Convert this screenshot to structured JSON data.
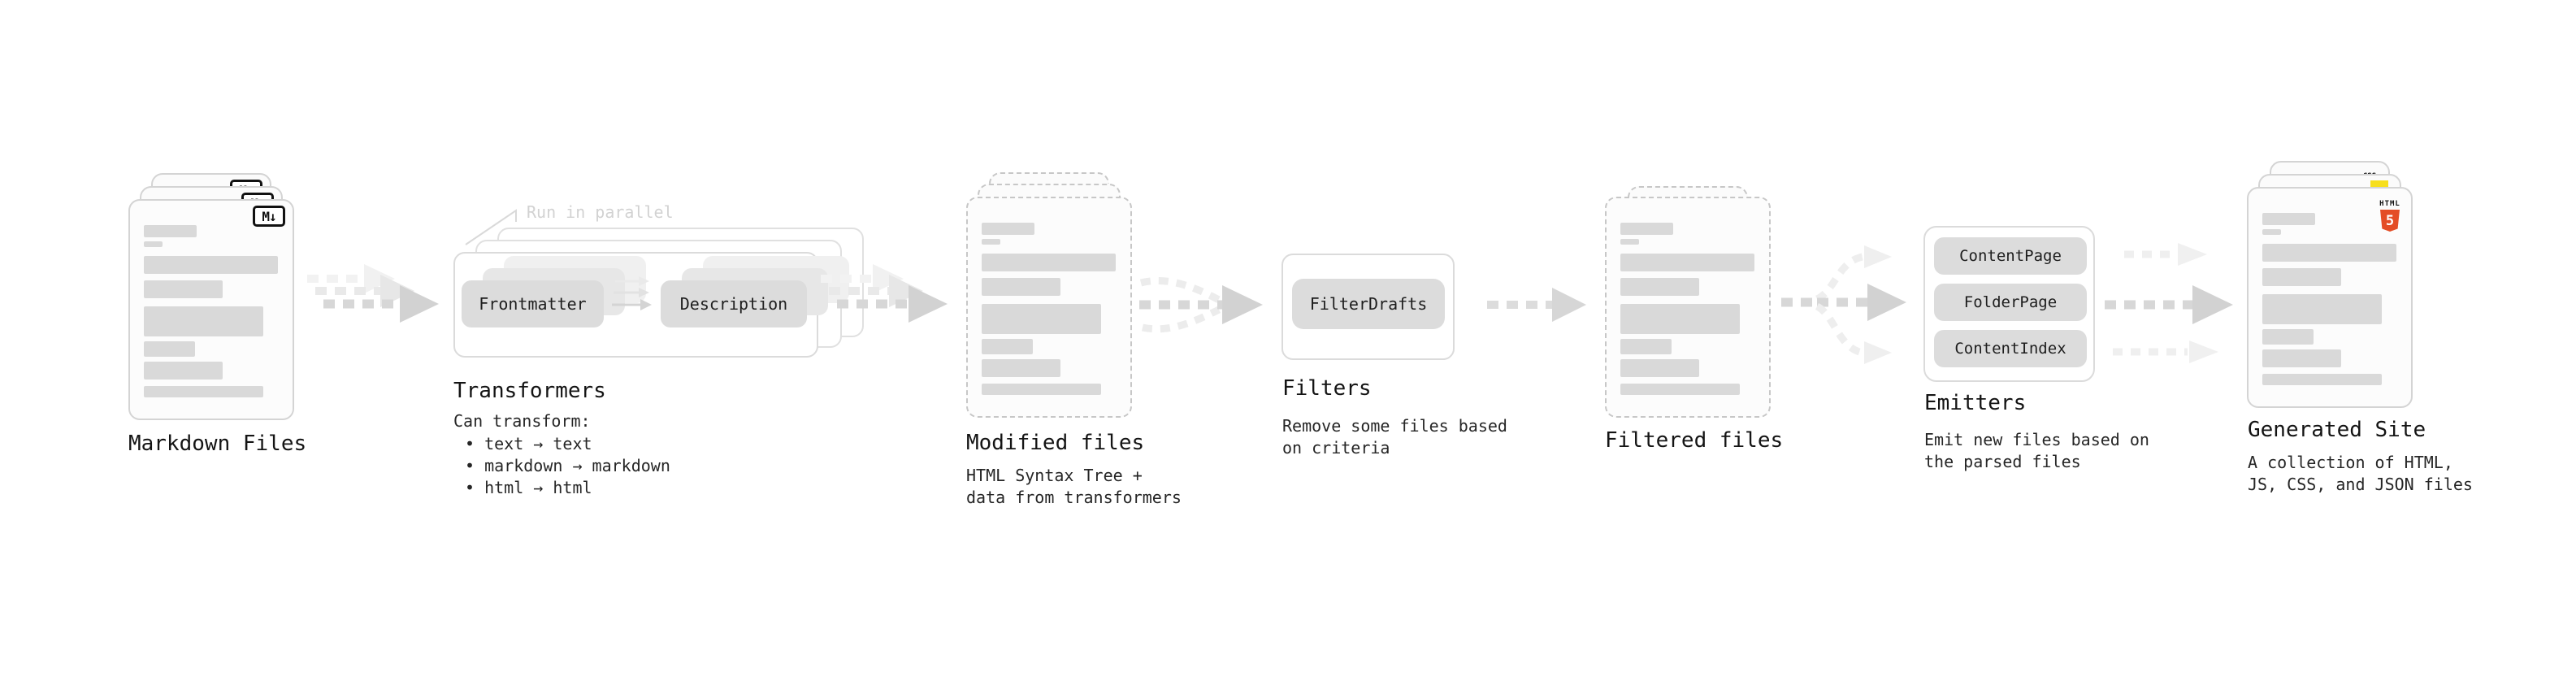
{
  "palette": {
    "placeholder_bar": "#d9d9d9",
    "pill_background": "#dcdcdc",
    "arrow_gray": "#d4d4d4",
    "js_yellow": "#f7df1e",
    "html5_orange": "#e44d26",
    "css_blue": "#2965f1"
  },
  "sections": {
    "markdown_files": {
      "label": "Markdown Files",
      "file_icon": "M↓"
    },
    "transformers": {
      "annotation": "Run in parallel",
      "pill_a": "Frontmatter",
      "pill_b": "Description",
      "label": "Transformers",
      "desc_title": "Can transform:",
      "bullet_1": "• text → text",
      "bullet_2": "• markdown → markdown",
      "bullet_3": "• html → html"
    },
    "modified_files": {
      "label": "Modified files",
      "desc": "HTML Syntax Tree +\ndata from transformers"
    },
    "filters": {
      "pill": "FilterDrafts",
      "label": "Filters",
      "desc": "Remove some files based\non criteria"
    },
    "filtered_files": {
      "label": "Filtered files"
    },
    "emitters": {
      "pill_1": "ContentPage",
      "pill_2": "FolderPage",
      "pill_3": "ContentIndex",
      "label": "Emitters",
      "desc": "Emit new files based on\nthe parsed files"
    },
    "generated_site": {
      "label": "Generated Site",
      "desc": "A collection of HTML,\nJS, CSS, and JSON files",
      "css_icon_text": "CSS",
      "html5_icon_title": "HTML",
      "html5_icon_number": "5"
    }
  }
}
